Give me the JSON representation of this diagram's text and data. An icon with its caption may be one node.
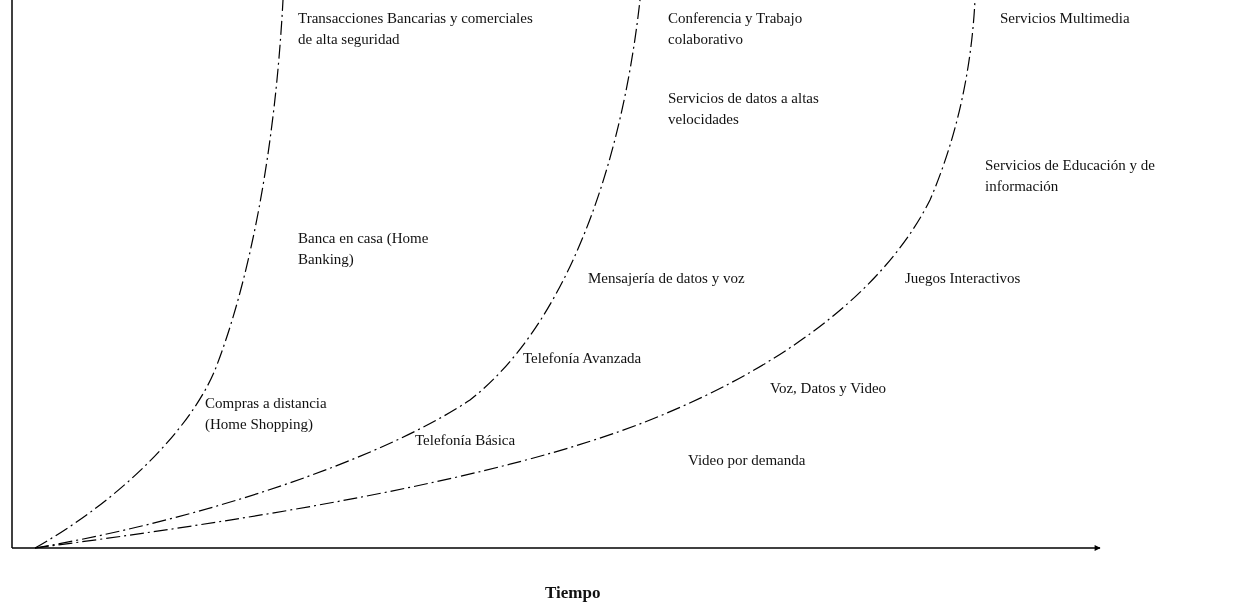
{
  "diagram": {
    "labels": [
      "Transacciones Bancarias y comerciales de alta seguridad",
      "Conferencia y Trabajo colaborativo",
      "Servicios Multimedia",
      "Servicios de datos a altas velocidades",
      "Servicios de Educación y de información",
      "Banca en casa (Home Banking)",
      "Mensajería de datos y voz",
      "Juegos Interactivos",
      "Telefonía Avanzada",
      "Voz, Datos y Video",
      "Compras a distancia (Home Shopping)",
      "Telefonía Básica",
      "Video por demanda",
      "Tiempo"
    ]
  }
}
